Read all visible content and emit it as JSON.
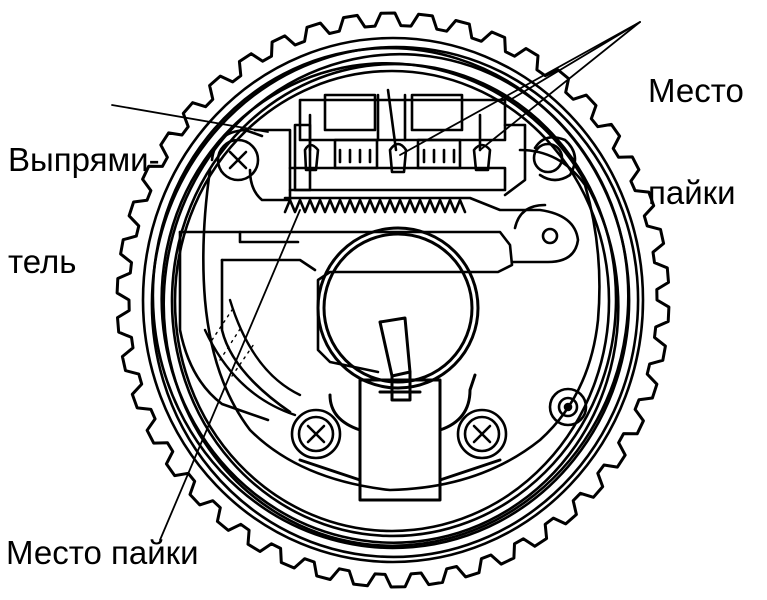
{
  "labels": {
    "solder_point_top_line1": "Место",
    "solder_point_top_line2": "пайки",
    "rectifier_line1": "Выпрями-",
    "rectifier_line2": "тель",
    "solder_point_bottom": "Место пайки"
  },
  "colors": {
    "ink": "#000000",
    "paper": "#ffffff"
  }
}
